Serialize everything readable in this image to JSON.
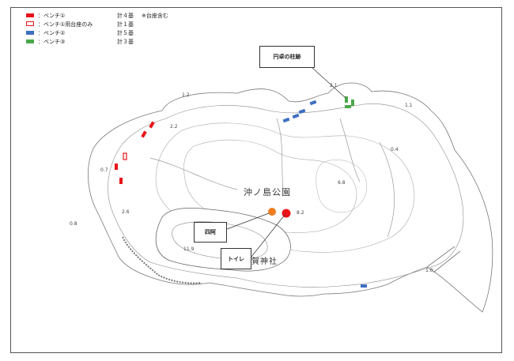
{
  "legend": [
    {
      "label": "：ベンチ①",
      "count": "計４基",
      "note": "※台座含む",
      "color": "#e8141b",
      "style": "filled",
      "icon": "red-bench-swatch"
    },
    {
      "label": "：ベンチ①用台座のみ",
      "count": "計１基",
      "note": "",
      "color": "#e8141b",
      "style": "outline",
      "icon": "red-outline-bench-swatch"
    },
    {
      "label": "：ベンチ②",
      "count": "計５基",
      "note": "",
      "color": "#3e6fc2",
      "style": "filled",
      "icon": "blue-bench-swatch"
    },
    {
      "label": "：ベンチ③",
      "count": "計３基",
      "note": "",
      "color": "#4aa84a",
      "style": "filled",
      "icon": "green-bench-swatch"
    }
  ],
  "callouts": {
    "pillar_ruins": "円卓の柱跡",
    "azumaya": "四阿",
    "toilet": "トイレ"
  },
  "labels": {
    "park_name": "沖ノ島公園",
    "shrine_name": "賀神社"
  },
  "elevations": [
    "2.1",
    "1.2",
    "2.2",
    "1.1",
    "0.4",
    "0.7",
    "6.8",
    "2.6",
    "8.2",
    "0.8",
    "11.9",
    "1.0"
  ],
  "markers": {
    "azumaya_color": "#ef7d1f",
    "toilet_color": "#e8141b"
  }
}
